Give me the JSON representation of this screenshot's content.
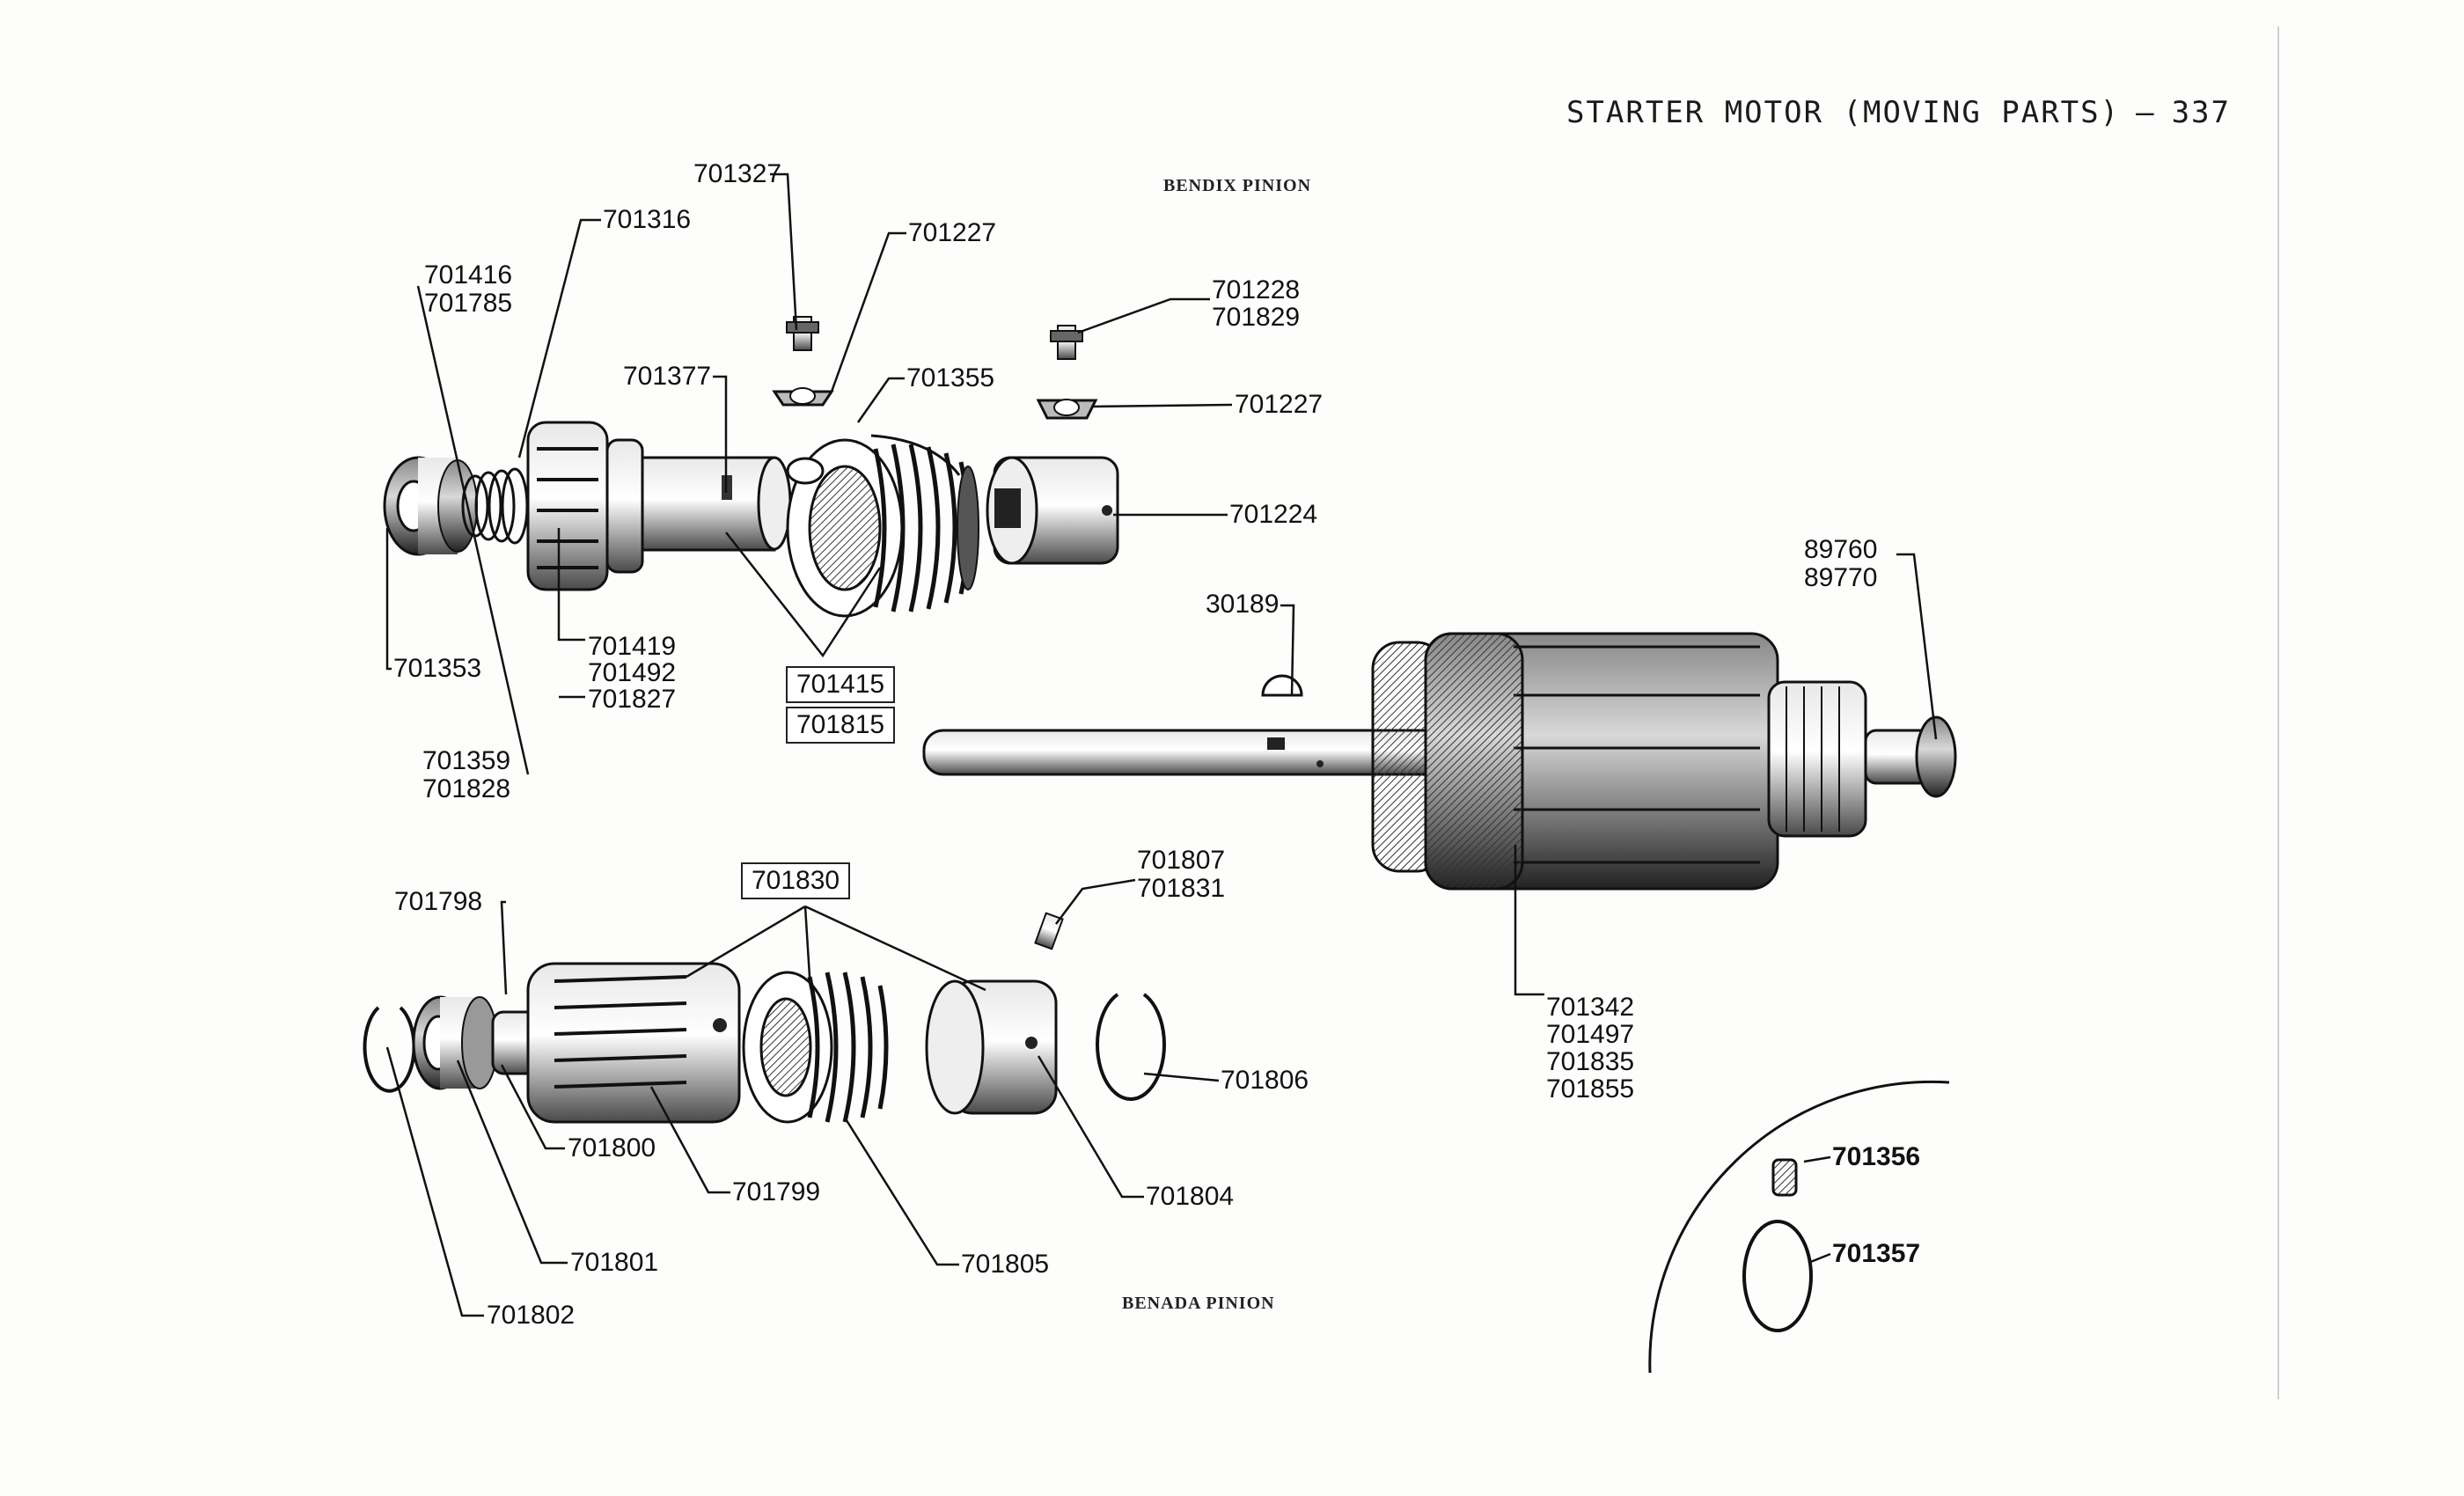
{
  "header": {
    "title": "STARTER MOTOR (MOVING PARTS)",
    "dash": "–",
    "page_number": "337"
  },
  "sections": {
    "bendix": "BENDIX PINION",
    "benada": "BENADA PINION"
  },
  "parts": {
    "p701327": "701327",
    "p701316": "701316",
    "p701227a": "701227",
    "p701416": "701416",
    "p701785": "701785",
    "p701228": "701228",
    "p701829": "701829",
    "p701377": "701377",
    "p701355": "701355",
    "p701227b": "701227",
    "p701224": "701224",
    "p701353": "701353",
    "p701419": "701419",
    "p701492": "701492",
    "p701827": "701827",
    "p701415": "701415",
    "p701815": "701815",
    "p701359": "701359",
    "p701828": "701828",
    "p30189": "30189",
    "p89760": "89760",
    "p89770": "89770",
    "p701830": "701830",
    "p701807": "701807",
    "p701831": "701831",
    "p701798": "701798",
    "p701806": "701806",
    "p701342": "701342",
    "p701497": "701497",
    "p701835": "701835",
    "p701855": "701855",
    "p701800": "701800",
    "p701799": "701799",
    "p701804": "701804",
    "p701801": "701801",
    "p701805": "701805",
    "p701802": "701802",
    "p701356": "701356",
    "p701357": "701357"
  }
}
